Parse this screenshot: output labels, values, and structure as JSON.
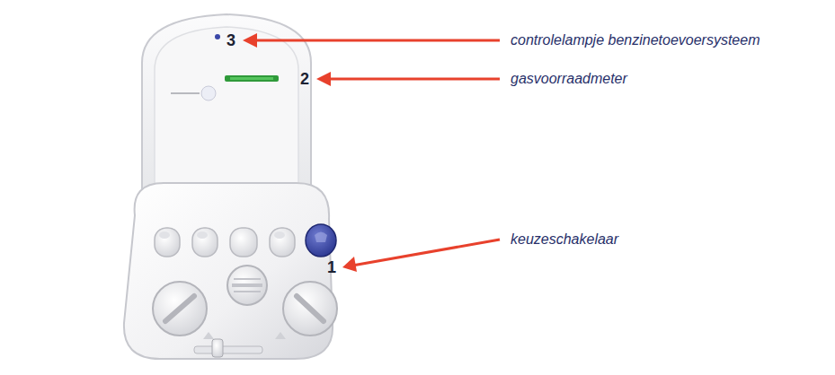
{
  "diagram": {
    "labels": [
      "3",
      "controlelampje benzinetoevoersysteem",
      "2",
      "gasvoorraadmeter",
      "1",
      "keuzeschakelaar"
    ]
  }
}
